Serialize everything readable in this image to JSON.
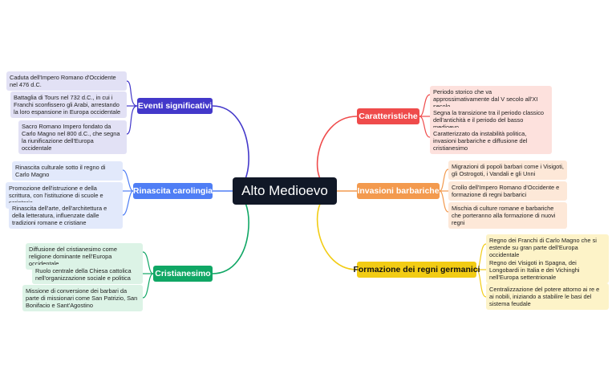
{
  "center": "Alto Medioevo",
  "colors": {
    "purple": "#4338ca",
    "blue": "#4f7ef5",
    "green": "#10a765",
    "red": "#ef4b4b",
    "orange": "#f39a4e",
    "yellow": "#f2cc14"
  },
  "branches": {
    "eventi": {
      "label": "Eventi significativi",
      "items": [
        "Caduta dell'Impero Romano d'Occidente nel 476 d.C.",
        "Battaglia di Tours nel 732 d.C., in cui i Franchi sconfissero gli Arabi, arrestando la loro espansione in Europa occidentale",
        "Sacro Romano Impero fondato da Carlo Magno nel 800 d.C., che segna la riunificazione dell'Europa occidentale"
      ]
    },
    "rinascita": {
      "label": "Rinascita carolingia",
      "items": [
        "Rinascita culturale sotto il regno di Carlo Magno",
        "Promozione dell'istruzione e della scrittura, con l'istituzione di scuole e scriptoria",
        "Rinascita dell'arte, dell'architettura e della letteratura, influenzate dalle tradizioni romane e cristiane"
      ]
    },
    "cristianesimo": {
      "label": "Cristianesimo",
      "items": [
        "Diffusione del cristianesimo come religione dominante nell'Europa occidentale",
        "Ruolo centrale della Chiesa cattolica nell'organizzazione sociale e politica",
        "Missione di conversione dei barbari da parte di missionari come San Patrizio, San Bonifacio e Sant'Agostino"
      ]
    },
    "caratteristiche": {
      "label": "Caratteristiche",
      "items": [
        "Periodo storico che va approssimativamente dal V secolo all'XI secolo",
        "Segna la transizione tra il periodo classico dell'antichità e il periodo del basso medioevo",
        "Caratterizzato da instabilità politica, invasioni barbariche e diffusione del cristianesimo"
      ]
    },
    "invasioni": {
      "label": "Invasioni barbariche",
      "items": [
        "Migrazioni di popoli barbari come i Visigoti, gli Ostrogoti, i Vandali e gli Unni",
        "Crollo dell'Impero Romano d'Occidente e formazione di regni barbarici",
        "Mischia di culture romane e barbariche che porteranno alla formazione di nuovi regni"
      ]
    },
    "regni": {
      "label": "Formazione dei regni germanici",
      "items": [
        "Regno dei Franchi di Carlo Magno che si estende su gran parte dell'Europa occidentale",
        "Regno dei Visigoti in Spagna, dei Longobardi in Italia e dei Vichinghi nell'Europa settentrionale",
        "Centralizzazione del potere attorno ai re e ai nobili, iniziando a stabilire le basi del sistema feudale"
      ]
    }
  }
}
